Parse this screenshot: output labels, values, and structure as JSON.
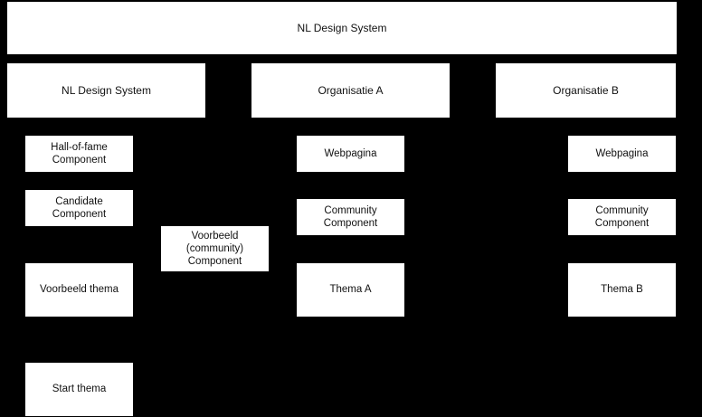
{
  "diagram": {
    "title": "NL Design System",
    "background_color": "#000000",
    "node_fill_color": "#ffffff",
    "node_text_color": "#111111",
    "rows": {
      "root": {
        "label": "NL Design System"
      },
      "organisations": [
        {
          "label": "NL Design System"
        },
        {
          "label": "Organisatie A"
        },
        {
          "label": "Organisatie B"
        }
      ],
      "column_nlds": [
        {
          "label": "Hall-of-fame\nComponent"
        },
        {
          "label": "Candidate\nComponent"
        },
        {
          "label": "Voorbeeld thema"
        },
        {
          "label": "Start thema"
        }
      ],
      "column_shared": [
        {
          "label": "Voorbeeld\n(community)\nComponent"
        }
      ],
      "column_org_a": [
        {
          "label": "Webpagina"
        },
        {
          "label": "Community\nComponent"
        },
        {
          "label": "Thema A"
        }
      ],
      "column_org_b": [
        {
          "label": "Webpagina"
        },
        {
          "label": "Community\nComponent"
        },
        {
          "label": "Thema B"
        }
      ]
    }
  }
}
